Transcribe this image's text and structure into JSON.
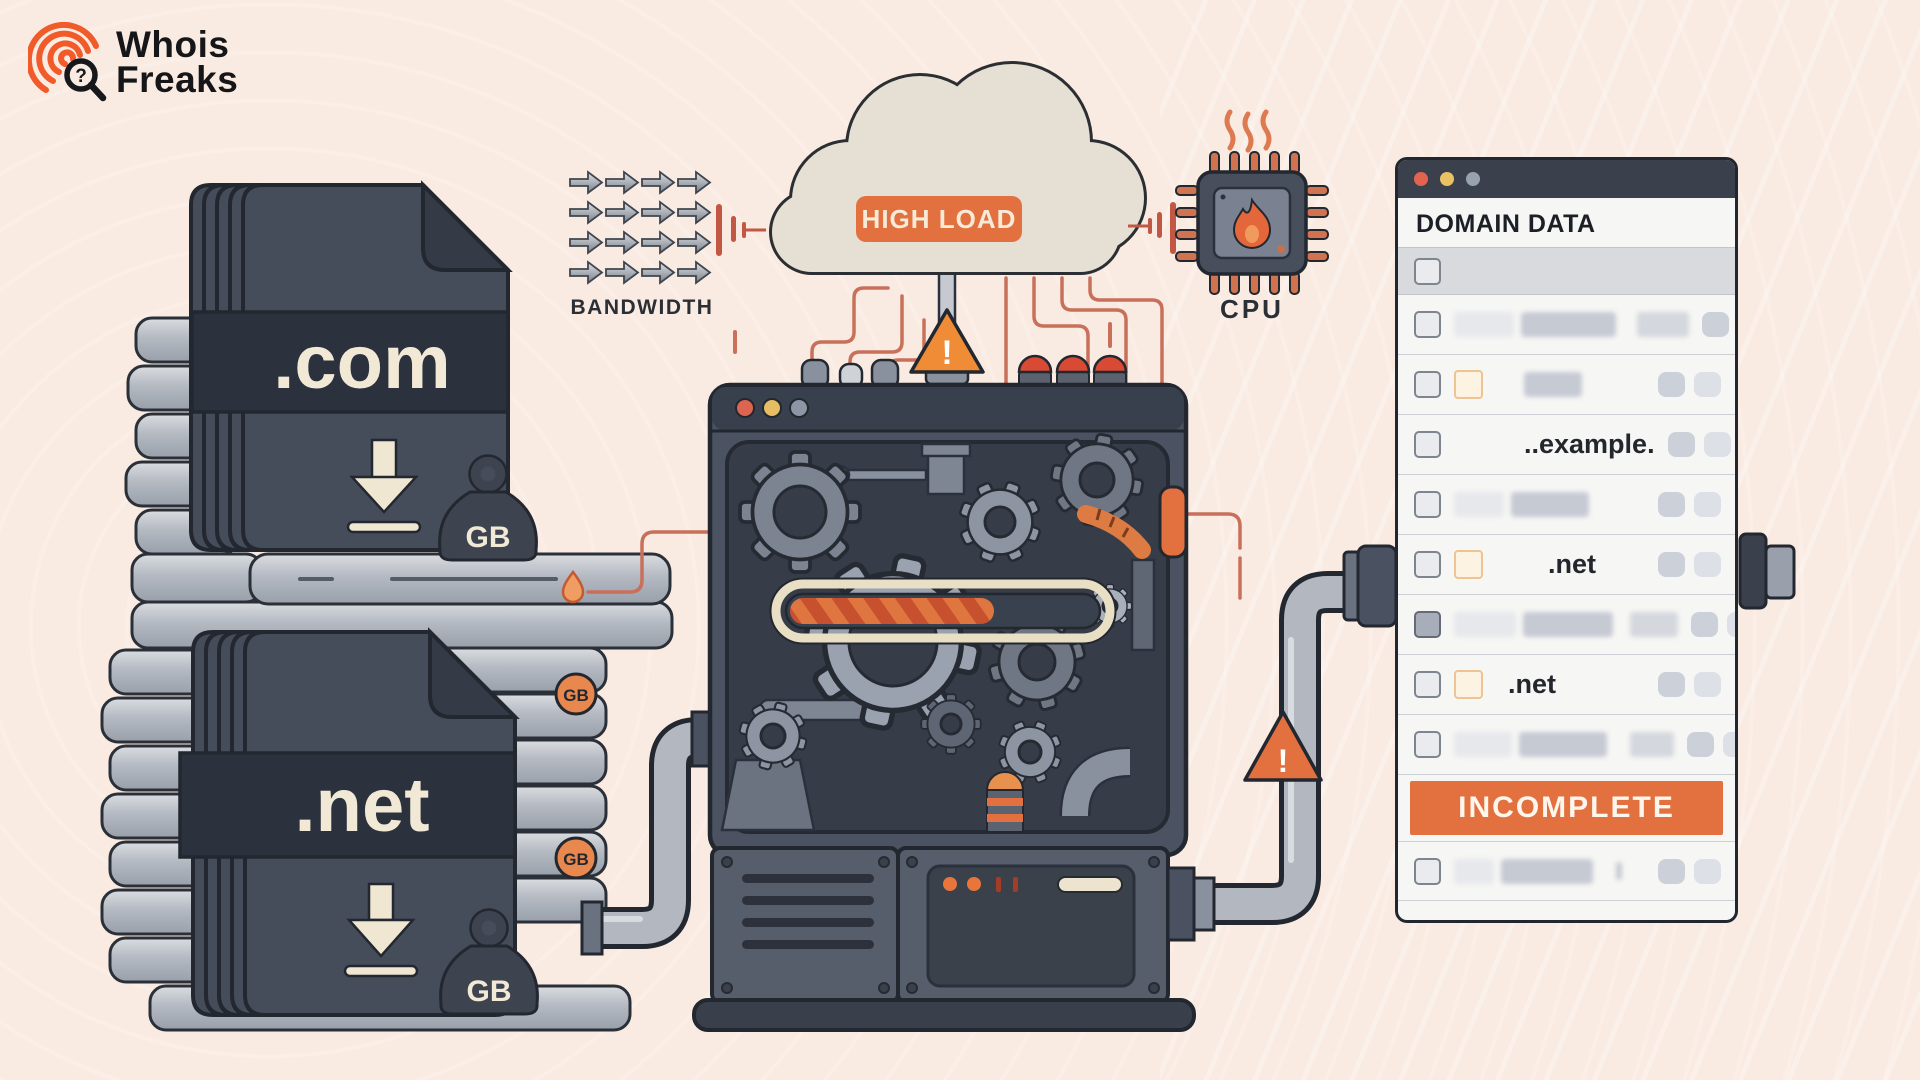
{
  "background": {
    "base_color": "#f9ebe2"
  },
  "logo": {
    "icon": "fingerprint-magnifier-icon",
    "question_glyph": "?",
    "line1": "Whois",
    "line2": "Freaks",
    "accent_color": "#f15b2a"
  },
  "file_stacks": {
    "com": {
      "label": ".com",
      "weight_label": "GB",
      "download_icon": "download-arrow-icon"
    },
    "net": {
      "label": ".net",
      "weight_label": "GB",
      "download_icon": "download-arrow-icon",
      "badges": [
        {
          "label": "GB"
        },
        {
          "label": "GB"
        }
      ]
    }
  },
  "bandwidth": {
    "label": "BANDWIDTH",
    "arrow_grid": "4x4",
    "arrow_icon": "right-arrow-icon"
  },
  "cloud": {
    "label": "HIGH LOAD",
    "badge_color": "#e2713f"
  },
  "cpu": {
    "label": "CPU",
    "flame_icon": "flame-icon"
  },
  "machine": {
    "progress_percent": 65,
    "warning_glyph": "!",
    "status_light_colors": [
      "#dd6450",
      "#e6bd62",
      "#8d96a4"
    ]
  },
  "pipe_warning": {
    "glyph": "!"
  },
  "panel": {
    "title": "DOMAIN DATA",
    "window_dot_colors": [
      "#e2634f",
      "#e9c263",
      "#98a1ae"
    ],
    "rows": [
      {
        "kind": "redacted"
      },
      {
        "kind": "redacted",
        "flagged": true
      },
      {
        "kind": "text",
        "text": "..example."
      },
      {
        "kind": "redacted"
      },
      {
        "kind": "text",
        "text": ".net",
        "flagged": true
      },
      {
        "kind": "redacted"
      },
      {
        "kind": "text",
        "text": ".net",
        "flagged": true
      },
      {
        "kind": "redacted"
      },
      {
        "kind": "redacted"
      }
    ],
    "status_banner": {
      "label": "INCOMPLETE",
      "color": "#e2713f"
    }
  }
}
